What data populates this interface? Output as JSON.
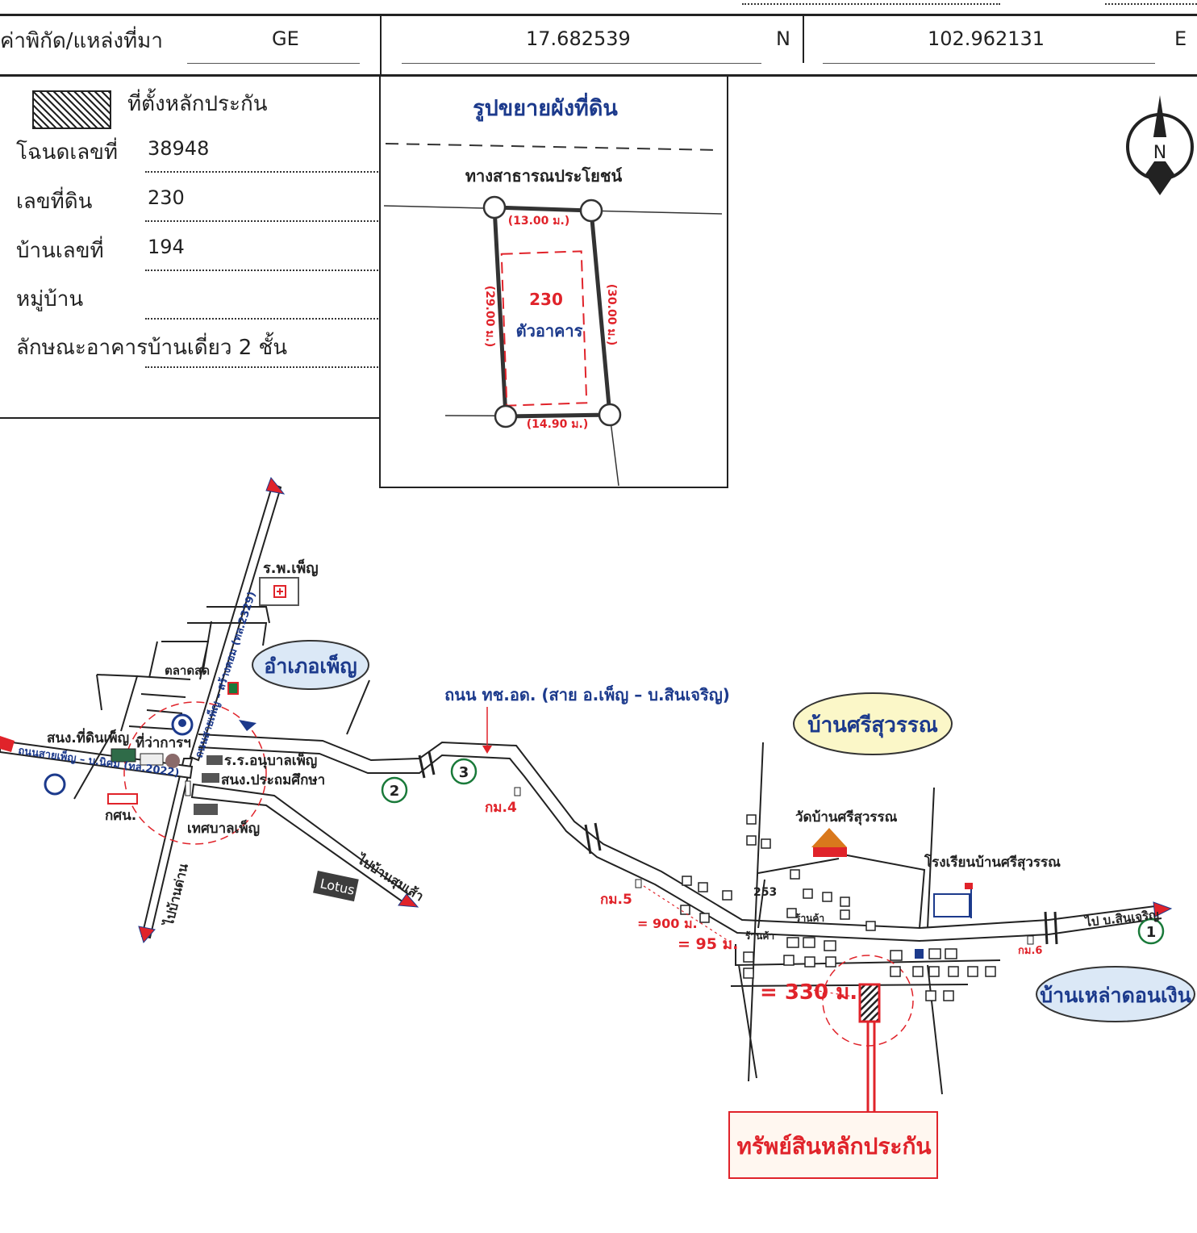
{
  "header": {
    "coord_label": "ค่าพิกัด/แหล่งที่มา",
    "source": "GE",
    "lat": "17.682539",
    "lat_dir": "N",
    "lon": "102.962131",
    "lon_dir": "E"
  },
  "legend": {
    "collateral_label": "ที่ตั้งหลักประกัน",
    "fields": [
      {
        "label": "โฉนดเลขที่",
        "value": "38948"
      },
      {
        "label": "เลขที่ดิน",
        "value": "230"
      },
      {
        "label": "บ้านเลขที่",
        "value": "194"
      },
      {
        "label": "หมู่บ้าน",
        "value": ""
      },
      {
        "label": "ลักษณะอาคาร",
        "value": "บ้านเดี่ยว 2 ชั้น"
      }
    ]
  },
  "plot_plan": {
    "title": "รูปขยายผังที่ดิน",
    "road": "ทางสาธารณประโยชน์",
    "top_side": "(13.00 ม.)",
    "bottom_side": "(14.90 ม.)",
    "left_side": "(29.00 ม.)",
    "right_side": "(30.00 ม.)",
    "parcel_no": "230",
    "building": "ตัวอาคาร"
  },
  "compass": {
    "north": "N"
  },
  "map": {
    "district": "อำเภอเพ็ญ",
    "village_1": "บ้านศรีสุวรรณ",
    "village_2": "บ้านเหล่าดอนเงิน",
    "main_road": "ถนน ทช.อด. (สาย อ.เพ็ญ – บ.สินเจริญ)",
    "road_2329": "ถนนสายเพ็ญ – สร้างคอม (ทล.2329)",
    "road_2022": "ถนนสายเพ็ญ – บ.นิคม (ทล.2022)",
    "hospital": "ร.พ.เพ็ญ",
    "market": "ตลาดสด",
    "land_office": "สนง.ที่ดินเพ็ญ",
    "district_office": "ที่ว่าการฯ",
    "kindergarten": "ร.ร.อนุบาลเพ็ญ",
    "primary_edu": "สนง.ประถมศึกษา",
    "gorsorn": "กศน.",
    "municipality": "เทศบาลเพ็ญ",
    "to_sumsao": "ไปบ้านสุมเส้า",
    "to_ban_dan": "ไปบ้านด่าน",
    "to_sincharoen": "ไป บ.สินเจริญ",
    "lotus": "Lotus",
    "temple": "วัดบ้านศรีสุวรรณ",
    "school": "โรงเรียนบ้านศรีสุวรรณ",
    "shop": "ร้านค้า",
    "house_no": "253",
    "km4": "กม.4",
    "km5": "กม.5",
    "km6": "กม.6",
    "dist_900": "= 900 ม.",
    "dist_95": "= 95 ม.",
    "dist_330": "= 330 ม.",
    "collateral": "ทรัพย์สินหลักประกัน",
    "marker_1": "1",
    "marker_2": "2",
    "marker_3": "3"
  },
  "colors": {
    "dark_blue": "#1c3a8c",
    "red": "#e0232a",
    "ellipse_blue": "#dbe8f6",
    "ellipse_yellow": "#fbf7c8",
    "marker_green": "#1a7a3a",
    "temple_orange": "#d9781c"
  }
}
